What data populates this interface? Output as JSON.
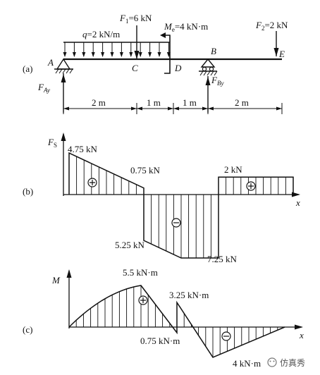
{
  "panels": {
    "a": "(a)",
    "b": "(b)",
    "c": "(c)"
  },
  "beam": {
    "q_sym": "q",
    "q_val": "=2 kN/m",
    "F1_sym": "F",
    "F1_sub": "1",
    "F1_val": "=6 kN",
    "Me_sym": "M",
    "Me_sub": "e",
    "Me_val": "=4 kN·m",
    "F2_sym": "F",
    "F2_sub": "2",
    "F2_val": "=2 kN",
    "points": [
      "A",
      "C",
      "D",
      "B",
      "E"
    ],
    "FAy_sym": "F",
    "FAy_sub": "Ay",
    "FBy_sym": "F",
    "FBy_sub": "By",
    "dims": [
      "2 m",
      "1 m",
      "1 m",
      "2 m"
    ]
  },
  "shear": {
    "ylabel_sym": "F",
    "ylabel_sub": "S",
    "xlabel": "x",
    "labels": [
      "4.75 kN",
      "0.75 kN",
      "5.25 kN",
      "7.25 kN",
      "2 kN"
    ]
  },
  "moment": {
    "ylabel": "M",
    "xlabel": "x",
    "labels": [
      "5.5 kN·m",
      "3.25 kN·m",
      "0.75 kN·m",
      "4 kN·m"
    ]
  },
  "watermark": "仿真秀",
  "chart_data": [
    {
      "type": "line",
      "title": "",
      "xlabel": "x",
      "ylabel": "Fs",
      "x_units": "m",
      "y_units": "kN",
      "x": [
        0,
        2,
        2,
        3,
        4,
        4,
        6
      ],
      "values": [
        4.75,
        0.75,
        -5.25,
        -7.25,
        -7.25,
        2,
        2
      ]
    },
    {
      "type": "line",
      "title": "",
      "xlabel": "x",
      "ylabel": "M",
      "x_units": "m",
      "y_units": "kN·m",
      "x": [
        0,
        2,
        3,
        3,
        4,
        6
      ],
      "values": [
        0,
        5.5,
        -0.75,
        3.25,
        -4,
        0
      ]
    }
  ]
}
